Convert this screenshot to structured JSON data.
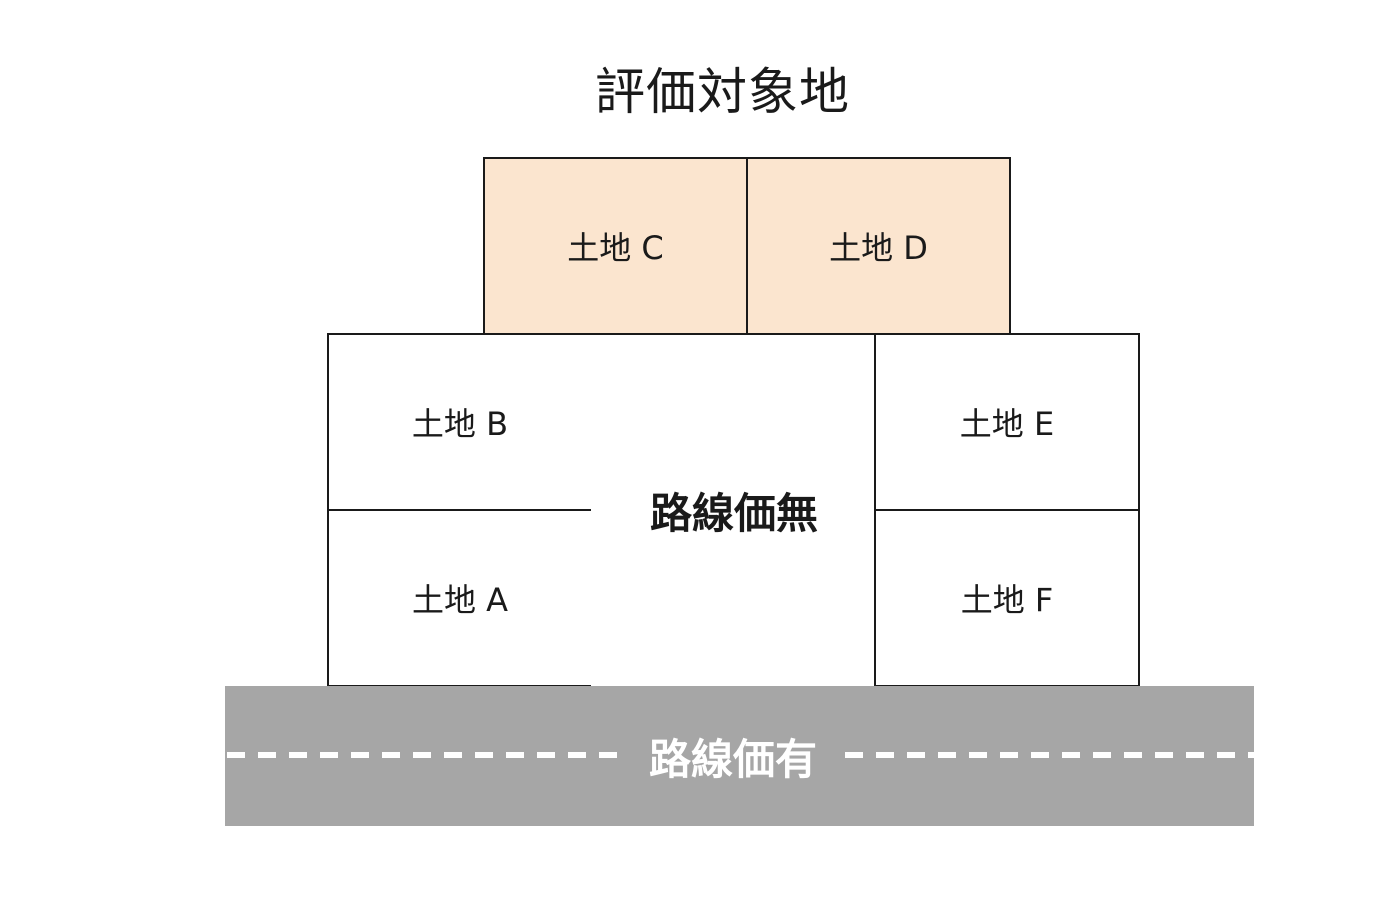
{
  "title": "評価対象地",
  "lots": {
    "a": "土地 A",
    "b": "土地 B",
    "c": "土地 C",
    "d": "土地 D",
    "e": "土地 E",
    "f": "土地 F"
  },
  "no_route_price": "路線価無",
  "road_label": "路線価有",
  "colors": {
    "target_fill": "#fbe5cf",
    "road": "#a6a6a6",
    "road_marking": "#ffffff",
    "border": "#1a1a1a"
  }
}
